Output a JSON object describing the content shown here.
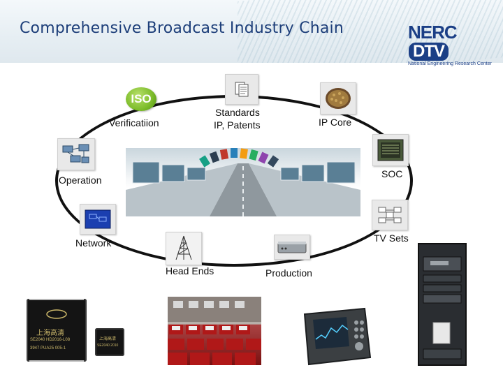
{
  "header": {
    "title": "Comprehensive Broadcast Industry Chain"
  },
  "logo": {
    "word": "NERC",
    "badge": "DTV",
    "subtitle": "National Engineering Research Center"
  },
  "iso_badge": "ISO",
  "nodes": {
    "verification": "Verificatiion",
    "standards_line1": "Standards",
    "standards_line2": "IP, Patents",
    "ip_core": "IP Core",
    "soc": "SOC",
    "operation": "Operation",
    "network": "Network",
    "tv_sets": "TV Sets",
    "head_ends": "Head Ends",
    "production": "Production"
  },
  "chip_big": {
    "line1": "上海高清",
    "line2": "SE2040 HD2016-L08",
    "line3": "3947 PUA25 005-1"
  },
  "chip_small": {
    "line1": "上海高清",
    "line2": "SE2040 2010"
  },
  "colors": {
    "title": "#1e3f7a",
    "logo": "#1b3f86",
    "ellipse": "#111111",
    "iso": "#7cbc2a"
  }
}
